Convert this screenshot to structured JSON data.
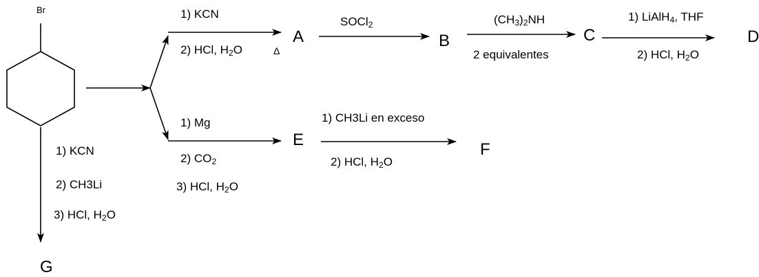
{
  "substituent": "Br",
  "compounds": {
    "A": "A",
    "B": "B",
    "C": "C",
    "D": "D",
    "E": "E",
    "F": "F",
    "G": "G"
  },
  "heat_symbol": "Δ",
  "reagents": {
    "to_A_1": "1) KCN",
    "to_A_2": [
      "2) HCl, H",
      "2",
      "O"
    ],
    "A_to_B": [
      "SOCl",
      "2",
      ""
    ],
    "B_to_C_1": [
      "(CH",
      "3",
      ")",
      "2",
      "NH"
    ],
    "B_to_C_2": "2 equivalentes",
    "C_to_D_1": [
      "1) LiAlH",
      "4",
      ", THF"
    ],
    "C_to_D_2": [
      "2) HCl, H",
      "2",
      "O"
    ],
    "to_E_1": "1) Mg",
    "to_E_2": [
      "2) CO",
      "2",
      ""
    ],
    "to_E_3": [
      "3) HCl, H",
      "2",
      "O"
    ],
    "E_to_F_1": "1) CH3Li en exceso",
    "E_to_F_2": [
      "2) HCl, H",
      "2",
      "O"
    ],
    "to_G_1": "1) KCN",
    "to_G_2": "2) CH3Li",
    "to_G_3": [
      "3) HCl, H",
      "2",
      "O"
    ]
  }
}
